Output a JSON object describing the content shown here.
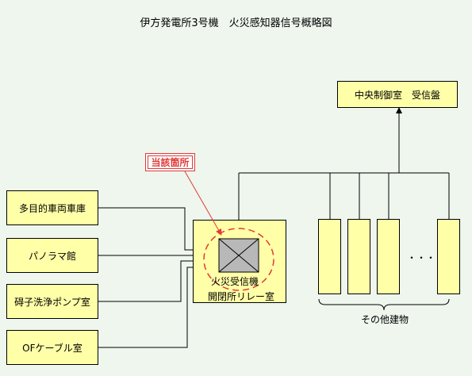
{
  "title": "伊方発電所3号機　火災感知器信号概略図",
  "control_room": "中央制御室　受信盤",
  "annotation": "当該箇所",
  "receiver_label": "火災受信機",
  "relay_room_label": "開閉所リレー室",
  "left_buildings": [
    "多目的車両車庫",
    "パノラマ館",
    "碍子洗浄ポンプ室",
    "OFケーブル室"
  ],
  "ellipsis": "・・・",
  "other_buildings_label": "その他建物",
  "colors": {
    "box_fill": "#ffffa8",
    "highlight": "#e23a3a",
    "background": "#eef6ee"
  }
}
